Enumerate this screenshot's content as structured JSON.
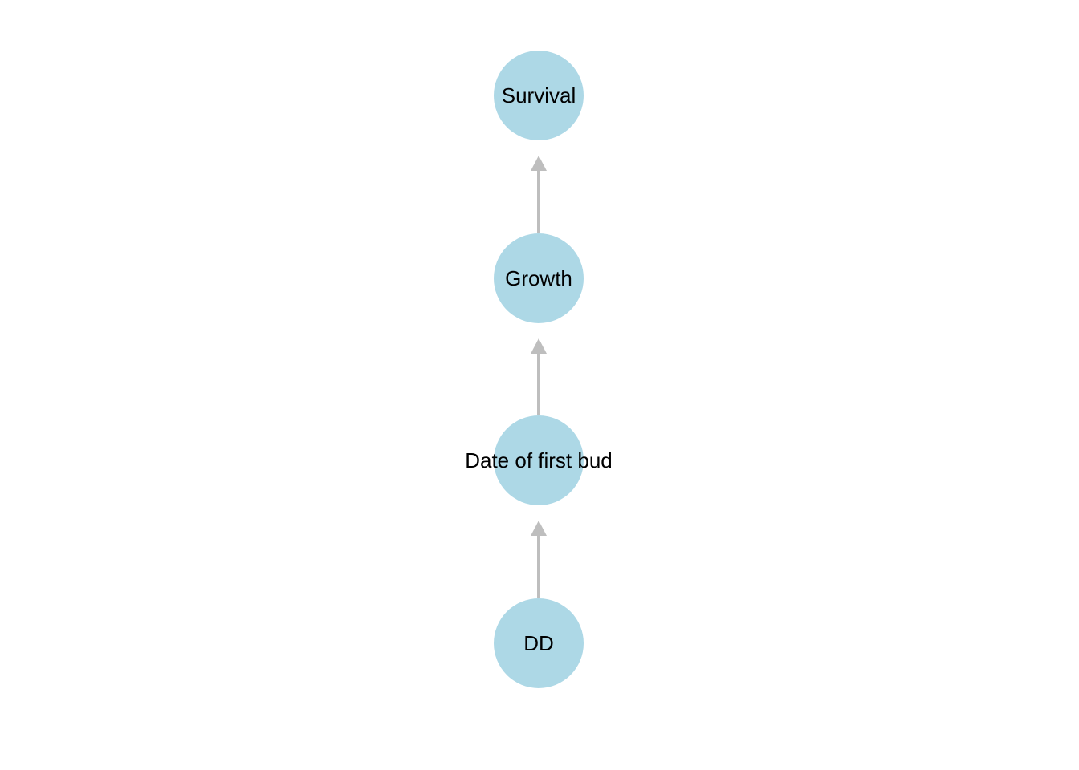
{
  "diagram": {
    "type": "directed-graph",
    "node_color": "#add8e6",
    "edge_color": "#bebebe",
    "label_color": "#000000",
    "nodes": [
      {
        "id": "survival",
        "label": "Survival"
      },
      {
        "id": "growth",
        "label": "Growth"
      },
      {
        "id": "date_first_bud",
        "label": "Date of first bud"
      },
      {
        "id": "dd",
        "label": "DD"
      }
    ],
    "edges": [
      {
        "from": "dd",
        "to": "date_first_bud"
      },
      {
        "from": "date_first_bud",
        "to": "growth"
      },
      {
        "from": "growth",
        "to": "survival"
      }
    ]
  }
}
